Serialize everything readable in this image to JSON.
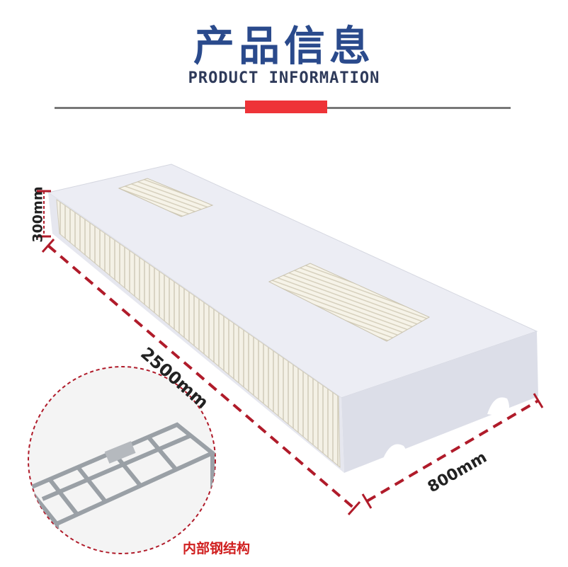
{
  "header": {
    "title_cn": "产品信息",
    "title_en": "PRODUCT INFORMATION"
  },
  "dimensions": {
    "height": "300mm",
    "length": "2500mm",
    "width": "800mm"
  },
  "inset": {
    "label": "内部钢结构"
  },
  "colors": {
    "title": "#2a4a8c",
    "accent": "#ee3338",
    "dimension_line": "#b01b2a"
  }
}
